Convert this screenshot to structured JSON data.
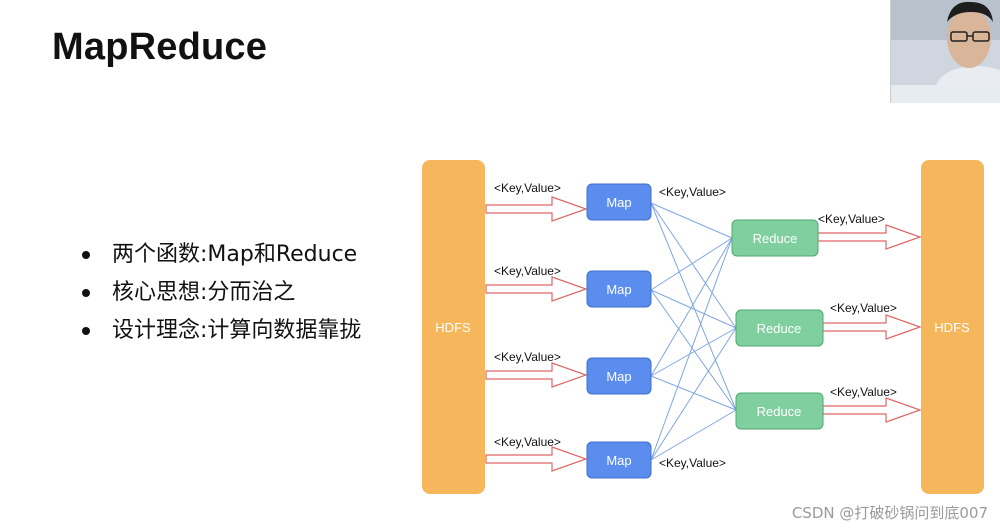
{
  "slide": {
    "title": "MapReduce",
    "bullets": [
      "两个函数:Map和Reduce",
      "核心思想:分而治之",
      "设计理念:计算向数据靠拢"
    ]
  },
  "diagram": {
    "hdfs_left": "HDFS",
    "hdfs_right": "HDFS",
    "map_label": "Map",
    "reduce_label": "Reduce",
    "kv_label": "<Key,Value>"
  },
  "watermark": "CSDN @打破砂锅问到底007",
  "colors": {
    "hdfs": "#f6b75c",
    "map": "#5b8def",
    "reduce": "#7fcf9f",
    "arrow": "#e06666",
    "line": "#7fa6e3"
  }
}
